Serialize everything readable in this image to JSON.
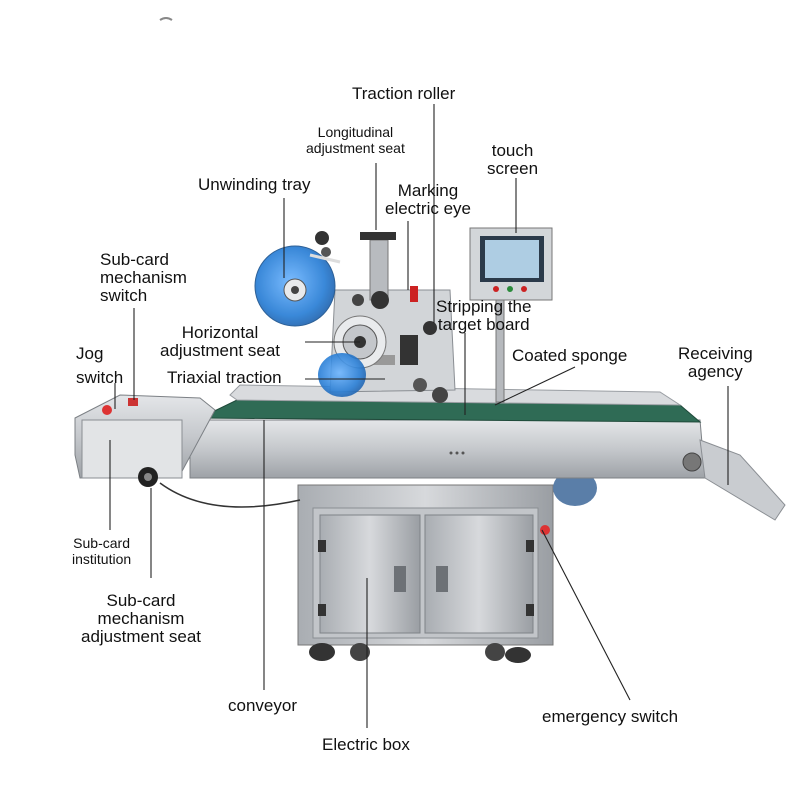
{
  "labels": {
    "traction_roller": [
      "Traction roller"
    ],
    "longitudinal_seat": [
      "Longitudinal",
      "adjustment seat"
    ],
    "touch_screen": [
      "touch",
      "screen"
    ],
    "unwinding_tray": [
      "Unwinding tray"
    ],
    "marking_eye": [
      "Marking",
      "electric eye"
    ],
    "subcard_switch": [
      "Sub-card",
      "mechanism",
      "switch"
    ],
    "stripping_board": [
      "Stripping the",
      "target board"
    ],
    "horizontal_seat": [
      "Horizontal",
      "adjustment seat"
    ],
    "coated_sponge": [
      "Coated sponge"
    ],
    "receiving_agency": [
      "Receiving",
      "agency"
    ],
    "jog_switch": [
      "Jog",
      "switch"
    ],
    "triaxial_traction": [
      "Triaxial traction"
    ],
    "subcard_institution": [
      "Sub-card",
      "institution"
    ],
    "subcard_adjust_seat": [
      "Sub-card",
      "mechanism",
      "adjustment seat"
    ],
    "conveyor": [
      "conveyor"
    ],
    "emergency_switch": [
      "emergency switch"
    ],
    "electric_box": [
      "Electric box"
    ]
  },
  "colors": {
    "belt": "#2f6b55",
    "reel_blue": "#2a7fd6",
    "steel": "#c9ccd0",
    "leader_line": "#222222"
  }
}
